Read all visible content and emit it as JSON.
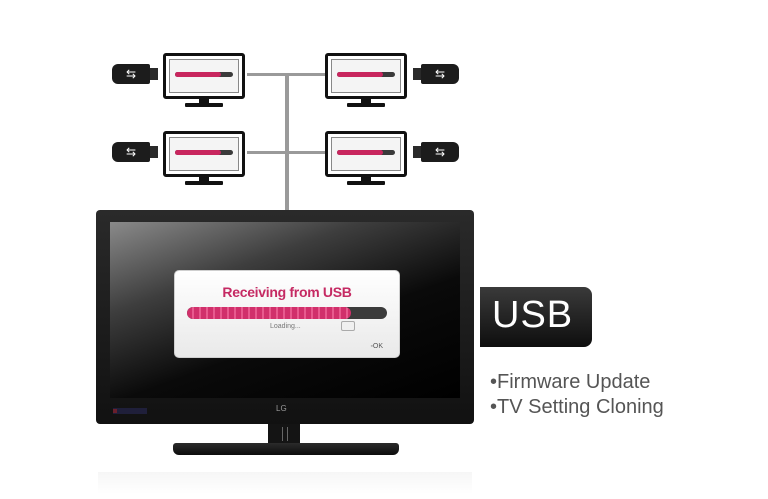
{
  "diagram": {
    "small_monitors": [
      {
        "position": "top-left",
        "progress_color": "#c8265e"
      },
      {
        "position": "top-right",
        "progress_color": "#c8265e"
      },
      {
        "position": "bottom-left",
        "progress_color": "#c8265e"
      },
      {
        "position": "bottom-right",
        "progress_color": "#c8265e"
      }
    ],
    "usb_stick_icon": "usb-symbol-icon",
    "usb_symbol_glyph": "⇆",
    "tv": {
      "brand": "LG",
      "dialog": {
        "title": "Receiving from USB",
        "status": "Loading...",
        "progress_percent": 82,
        "ok_label": "OK",
        "ok_glyph": "◦"
      }
    },
    "usb_label": "USB",
    "features": [
      "•Firmware Update",
      "•TV Setting Cloning"
    ],
    "colors": {
      "accent": "#c52a63",
      "line": "#9a9a9a",
      "dark": "#111111"
    }
  }
}
